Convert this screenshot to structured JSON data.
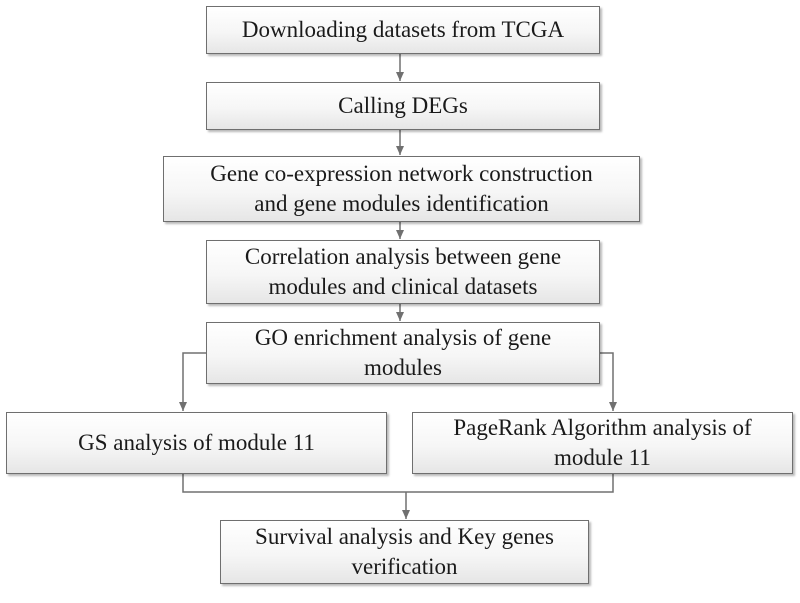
{
  "diagram": {
    "type": "flowchart",
    "colors": {
      "box_border": "#6f6f6f",
      "box_fill_top": "#ffffff",
      "box_fill_bottom": "#e6e6e6",
      "text": "#1a1a1a",
      "connector": "#707070"
    },
    "nodes": {
      "download": {
        "label": "Downloading datasets from TCGA"
      },
      "degs": {
        "label": "Calling DEGs"
      },
      "network": {
        "label": "Gene co-expression network construction\nand gene modules identification"
      },
      "correlation": {
        "label": "Correlation analysis between gene\nmodules and clinical datasets"
      },
      "go": {
        "label": "GO enrichment analysis of gene\nmodules"
      },
      "gs": {
        "label": "GS analysis of module 11"
      },
      "pagerank": {
        "label": "PageRank Algorithm analysis of\nmodule 11"
      },
      "survival": {
        "label": "Survival analysis and Key genes\nverification"
      }
    },
    "edges": [
      {
        "from": "download",
        "to": "degs"
      },
      {
        "from": "degs",
        "to": "network"
      },
      {
        "from": "network",
        "to": "correlation"
      },
      {
        "from": "correlation",
        "to": "go"
      },
      {
        "from": "go",
        "to": "gs"
      },
      {
        "from": "go",
        "to": "pagerank"
      },
      {
        "from": "gs",
        "to": "survival"
      },
      {
        "from": "pagerank",
        "to": "survival"
      }
    ]
  }
}
